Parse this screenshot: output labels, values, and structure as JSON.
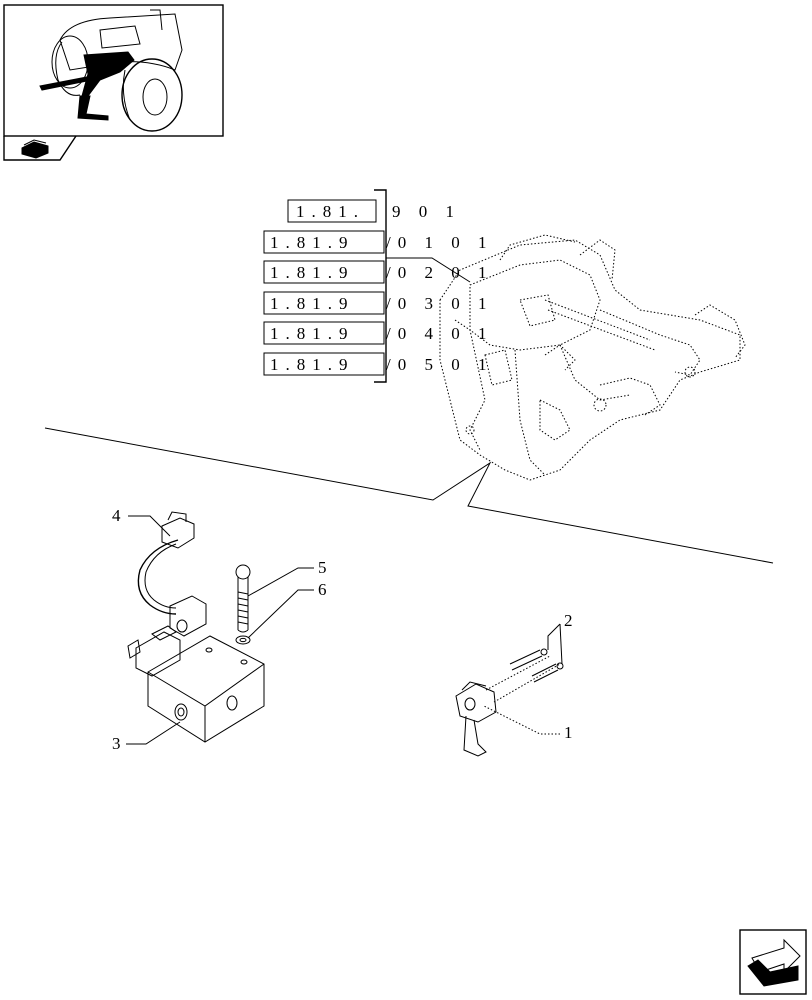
{
  "thumbnail": {
    "icon": "tractor-front-hitch-thumbnail"
  },
  "nav": {
    "back_icon": "book-page-icon",
    "forward_icon": "next-page-arrow-icon"
  },
  "references": {
    "boxed_items": [
      "1.81.",
      "1.81.9",
      "1.81.9",
      "1.81.9",
      "1.81.9",
      "1.81.9"
    ],
    "suffixes": [
      "9  0 1",
      "/0 1  0 1",
      "/0 2  0 1",
      "/0 3  0 1",
      "/0 4  0 1",
      "/0 5  0 1"
    ]
  },
  "callouts": {
    "part_1": "1",
    "part_2": "2",
    "part_3": "3",
    "part_4": "4",
    "part_5": "5",
    "part_6": "6"
  },
  "colors": {
    "ink": "#000000",
    "paper": "#ffffff"
  }
}
